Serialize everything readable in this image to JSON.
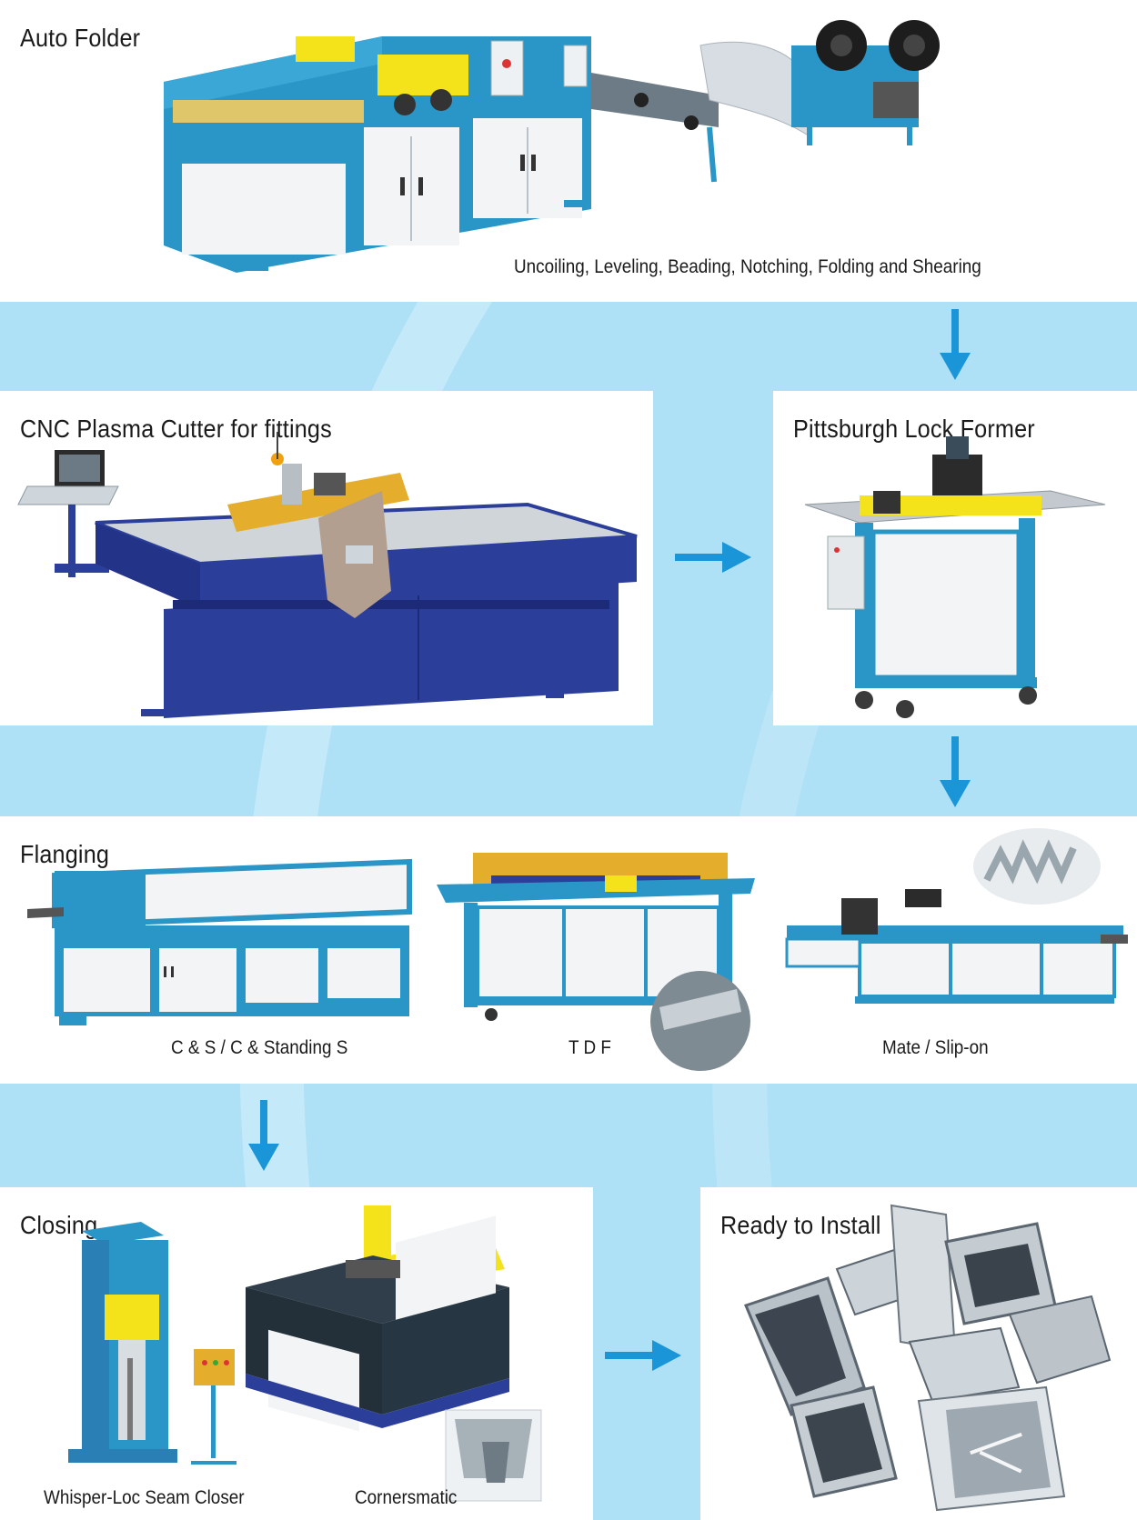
{
  "colors": {
    "background": "#aee0f6",
    "arrow": "#1a95d8",
    "machine_blue": "#2a96c8",
    "machine_dark_blue": "#2b3f9a",
    "panel_white": "#ffffff",
    "accent_yellow": "#f4e21b"
  },
  "panels": {
    "auto_folder": {
      "title": "Auto Folder",
      "caption": "Uncoiling, Leveling, Beading, Notching, Folding and Shearing"
    },
    "cnc_plasma": {
      "title": "CNC Plasma Cutter for fittings"
    },
    "pittsburgh": {
      "title": "Pittsburgh Lock Former"
    },
    "flanging": {
      "title": "Flanging",
      "captions": [
        "C & S / C & Standing S",
        "T D F",
        "Mate / Slip-on"
      ]
    },
    "closing": {
      "title": "Closing",
      "captions": [
        "Whisper-Loc Seam Closer",
        "Cornersmatic"
      ]
    },
    "ready": {
      "title": "Ready to Install"
    }
  },
  "arrows": [
    "arrow-down",
    "arrow-right",
    "arrow-down",
    "arrow-down",
    "arrow-right"
  ]
}
